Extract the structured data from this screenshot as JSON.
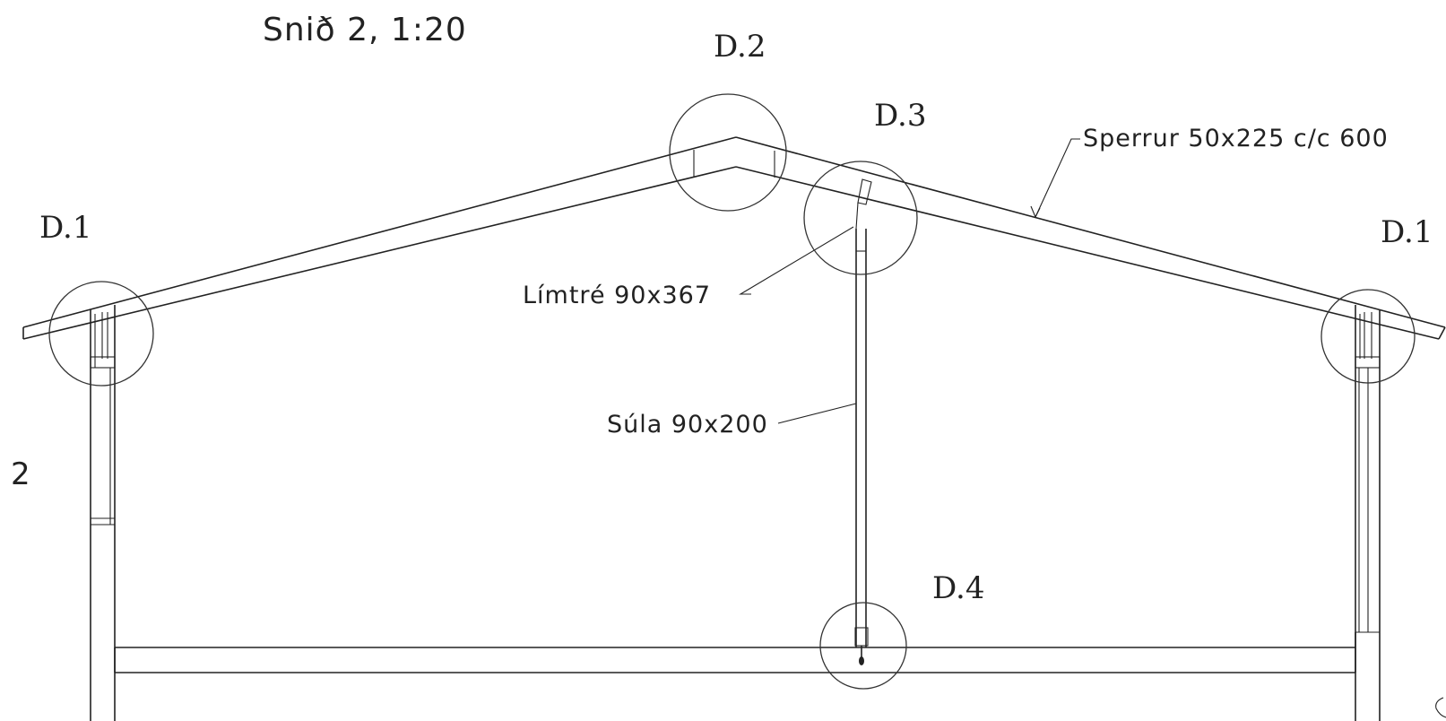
{
  "title": "Snið 2, 1:20",
  "details": {
    "d1_left": "D.1",
    "d1_right": "D.1",
    "d2": "D.2",
    "d3": "D.3",
    "d4": "D.4"
  },
  "callouts": {
    "rafters": "Sperrur 50x225 c/c 600",
    "glulam": "Límtré 90x367",
    "column": "Súla 90x200"
  },
  "side_mark": "2"
}
